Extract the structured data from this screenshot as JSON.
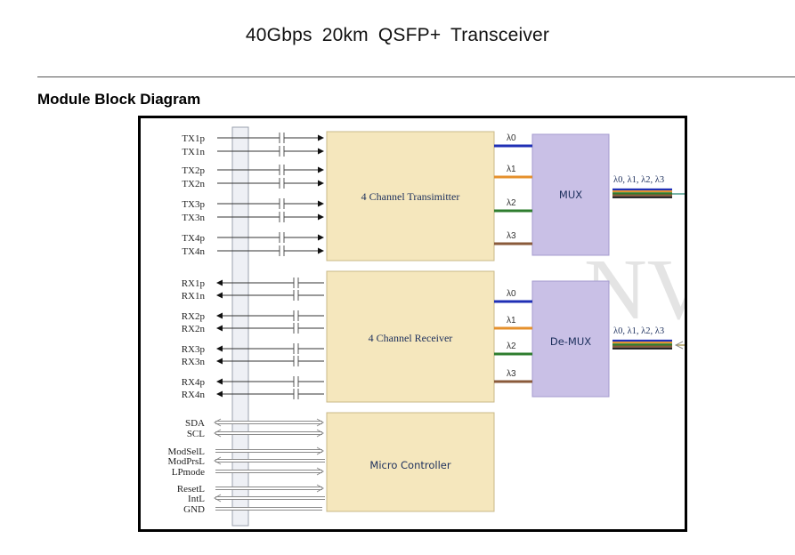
{
  "page": {
    "title": "40Gbps  20km  QSFP+  Transceiver",
    "section_heading": "Module Block Diagram"
  },
  "diagram": {
    "watermark": "NVO",
    "tx_pins": [
      "TX1p",
      "TX1n",
      "TX2p",
      "TX2n",
      "TX3p",
      "TX3n",
      "TX4p",
      "TX4n"
    ],
    "rx_pins": [
      "RX1p",
      "RX1n",
      "RX2p",
      "RX2n",
      "RX3p",
      "RX3n",
      "RX4p",
      "RX4n"
    ],
    "control_pins": [
      "SDA",
      "SCL",
      "ModSelL",
      "ModPrsL",
      "LPmode",
      "ResetL",
      "IntL",
      "GND"
    ],
    "transmitter_label": "4 Channel Transimitter",
    "receiver_label": "4 Channel Receiver",
    "controller_label": "Micro Controller",
    "mux_label": "MUX",
    "demux_label": "De-MUX",
    "lambdas": [
      "λ0",
      "λ1",
      "λ2",
      "λ3"
    ],
    "mux_output_label": "λ0, λ1, λ2, λ3",
    "demux_input_label": "λ0, λ1, λ2, λ3",
    "lambda_colors": [
      "#1f2fb5",
      "#e5902c",
      "#2e7d2e",
      "#8a5a3a"
    ],
    "block_fill": "#f5e7bd",
    "mux_fill": "#c9c0e6",
    "bus_fill": "#eef0f5"
  }
}
